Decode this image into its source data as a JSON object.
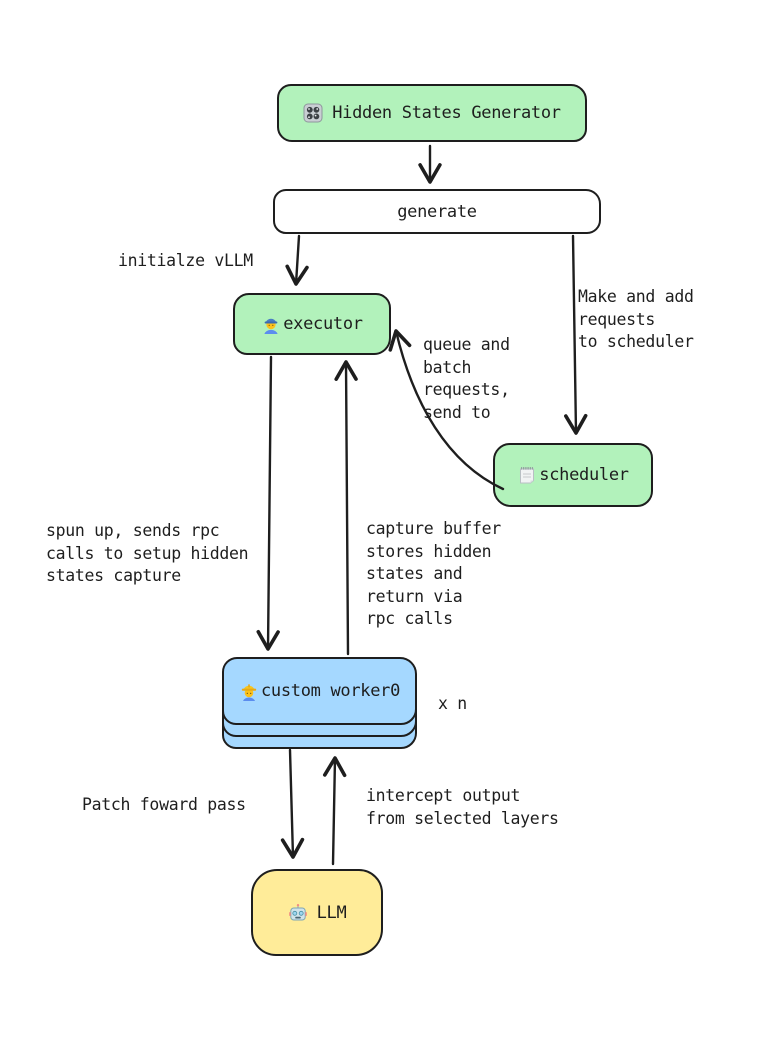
{
  "canvas": {
    "background": "#ffffff",
    "stroke_color": "#1e1e1e"
  },
  "colors": {
    "node_green": "#b2f2bb",
    "node_blue": "#a5d8ff",
    "node_yellow": "#ffec99",
    "node_white": "#ffffff",
    "outline": "#1e1e1e"
  },
  "nodes": {
    "hidden_states_generator": {
      "icon": "control-knobs",
      "label": "Hidden States Generator",
      "fill": "#b2f2bb"
    },
    "generate": {
      "label": "generate",
      "fill": "#ffffff"
    },
    "executor": {
      "icon": "mechanic",
      "label": "executor",
      "fill": "#b2f2bb"
    },
    "scheduler": {
      "icon": "notepad",
      "label": "scheduler",
      "fill": "#b2f2bb"
    },
    "custom_worker": {
      "icon": "construction-worker",
      "label": "custom worker0",
      "fill": "#a5d8ff",
      "multiplier": "x n"
    },
    "llm": {
      "icon": "robot",
      "label": "LLM",
      "fill": "#ffec99"
    }
  },
  "annotations": {
    "initialize_vllm": "initialze vLLM",
    "make_requests": "Make and add\nrequests\nto scheduler",
    "queue_batch": "queue and\nbatch\nrequests,\nsend to",
    "spun_up": "spun up, sends rpc\ncalls to setup hidden\nstates capture",
    "capture_buffer": "capture buffer\nstores hidden\nstates and\nreturn via\nrpc calls",
    "patch_forward": "Patch foward pass",
    "intercept_output": "intercept output\nfrom selected layers"
  }
}
